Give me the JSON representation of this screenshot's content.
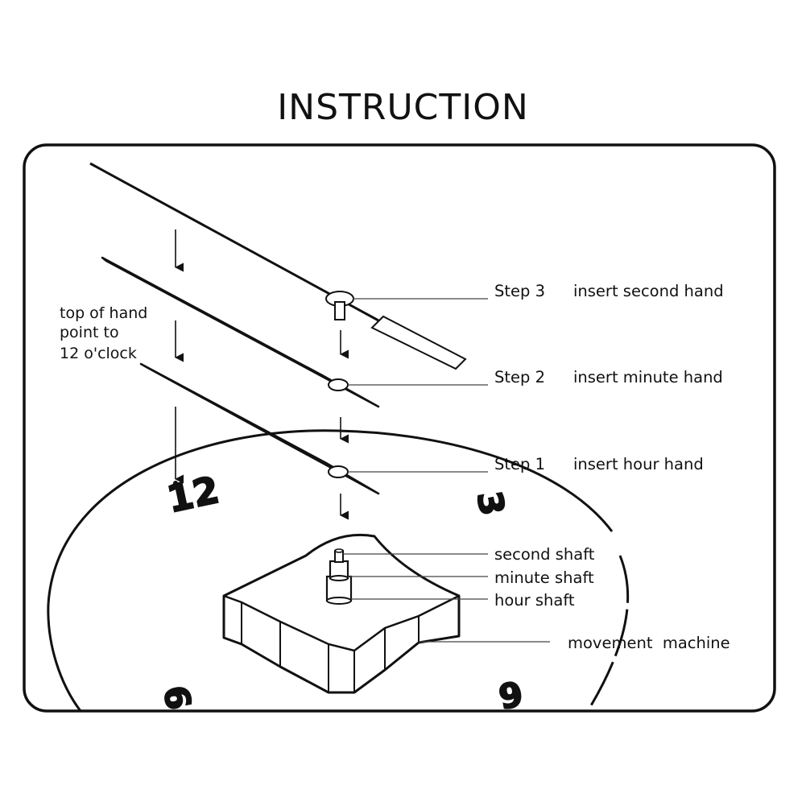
{
  "title": "INSTRUCTION",
  "hint": {
    "line1": "top of hand",
    "line2": "point to",
    "line3": "12 o'clock"
  },
  "steps": [
    {
      "step": "Step 3",
      "action": "insert second hand"
    },
    {
      "step": "Step 2",
      "action": "insert minute hand"
    },
    {
      "step": "Step 1",
      "action": "insert hour hand"
    }
  ],
  "parts": {
    "second_shaft": "second shaft",
    "minute_shaft": "minute shaft",
    "hour_shaft": "hour shaft",
    "movement": "movement  machine"
  },
  "dial_numbers": {
    "twelve": "12",
    "three": "3",
    "six": "6",
    "nine": "9"
  }
}
